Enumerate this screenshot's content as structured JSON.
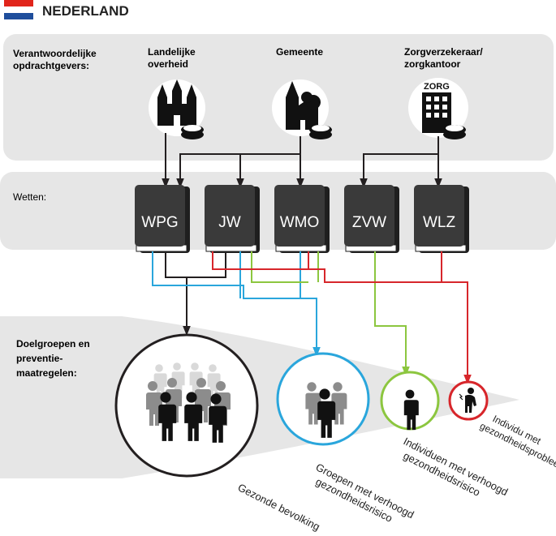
{
  "header": {
    "country": "NEDERLAND"
  },
  "commissioners": {
    "label_line1": "Verantwoordelijke",
    "label_line2": "opdrachtgevers:",
    "national": {
      "line1": "Landelijke",
      "line2": "overheid"
    },
    "municipality": {
      "line1": "Gemeente"
    },
    "insurer": {
      "line1": "Zorgverzekeraar/",
      "line2": "zorgkantoor",
      "building_sign": "ZORG"
    }
  },
  "laws": {
    "label": "Wetten:",
    "items": [
      "WPG",
      "JW",
      "WMO",
      "ZVW",
      "WLZ"
    ]
  },
  "targets": {
    "label_line1": "Doelgroepen en",
    "label_line2": "preventie-",
    "label_line3": "maatregelen:",
    "groups": [
      {
        "line1": "Gezonde bevolking"
      },
      {
        "line1": "Groepen met verhoogd",
        "line2": "gezondheidsrisico"
      },
      {
        "line1": "Individuen met verhoogd",
        "line2": "gezondheidsrisico"
      },
      {
        "line1": "Individu met",
        "line2": "gezondheidsprobleem"
      }
    ]
  },
  "colors": {
    "panel": "#e6e6e6",
    "book": "#3a3a3a",
    "black_line": "#231f20",
    "blue_line": "#2aa6dc",
    "green_line": "#8cc63f",
    "red_line": "#d7262b",
    "flag_red": "#e1251b",
    "flag_blue": "#1f4e9c"
  }
}
